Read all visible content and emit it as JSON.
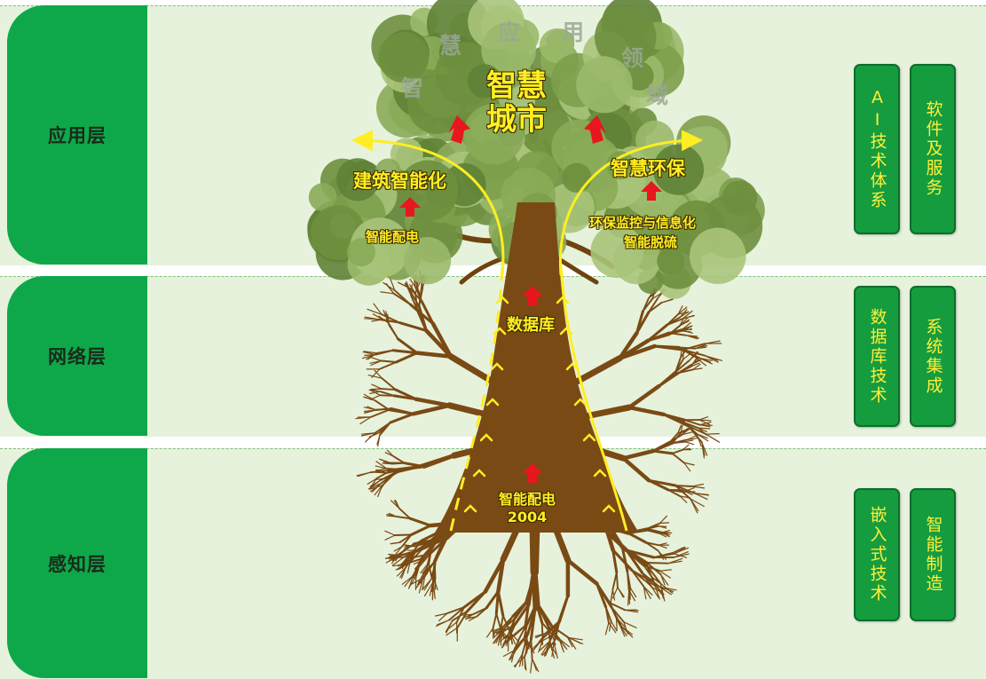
{
  "layers": {
    "app": "应用层",
    "network": "网络层",
    "perception": "感知层"
  },
  "tech": {
    "ai": "AI技术体系",
    "software": "软件及服务",
    "db": "数据库技术",
    "integration": "系统集成",
    "embedded": "嵌入式技术",
    "manufacturing": "智能制造"
  },
  "tree": {
    "arc_chars": [
      "智",
      "慧",
      "应",
      "用",
      "领",
      "域"
    ],
    "center_line1": "智慧",
    "center_line2": "城市",
    "left_top": "建筑智能化",
    "left_bottom": "智能配电",
    "right_top": "智慧环保",
    "right_bottom1": "环保监控与信息化",
    "right_bottom2": "智能脱硫",
    "trunk": "数据库",
    "root_line1": "智能配电",
    "root_line2": "2004"
  },
  "colors": {
    "band": "#e6f2dc",
    "tab": "#0ea84b",
    "tech_box": "#159c3e",
    "tech_text": "#ffee3a",
    "trunk": "#7a4a14",
    "canopy": "#7a9a4a",
    "arrow": "#ffee22",
    "up_arrow": "#e8161e"
  }
}
